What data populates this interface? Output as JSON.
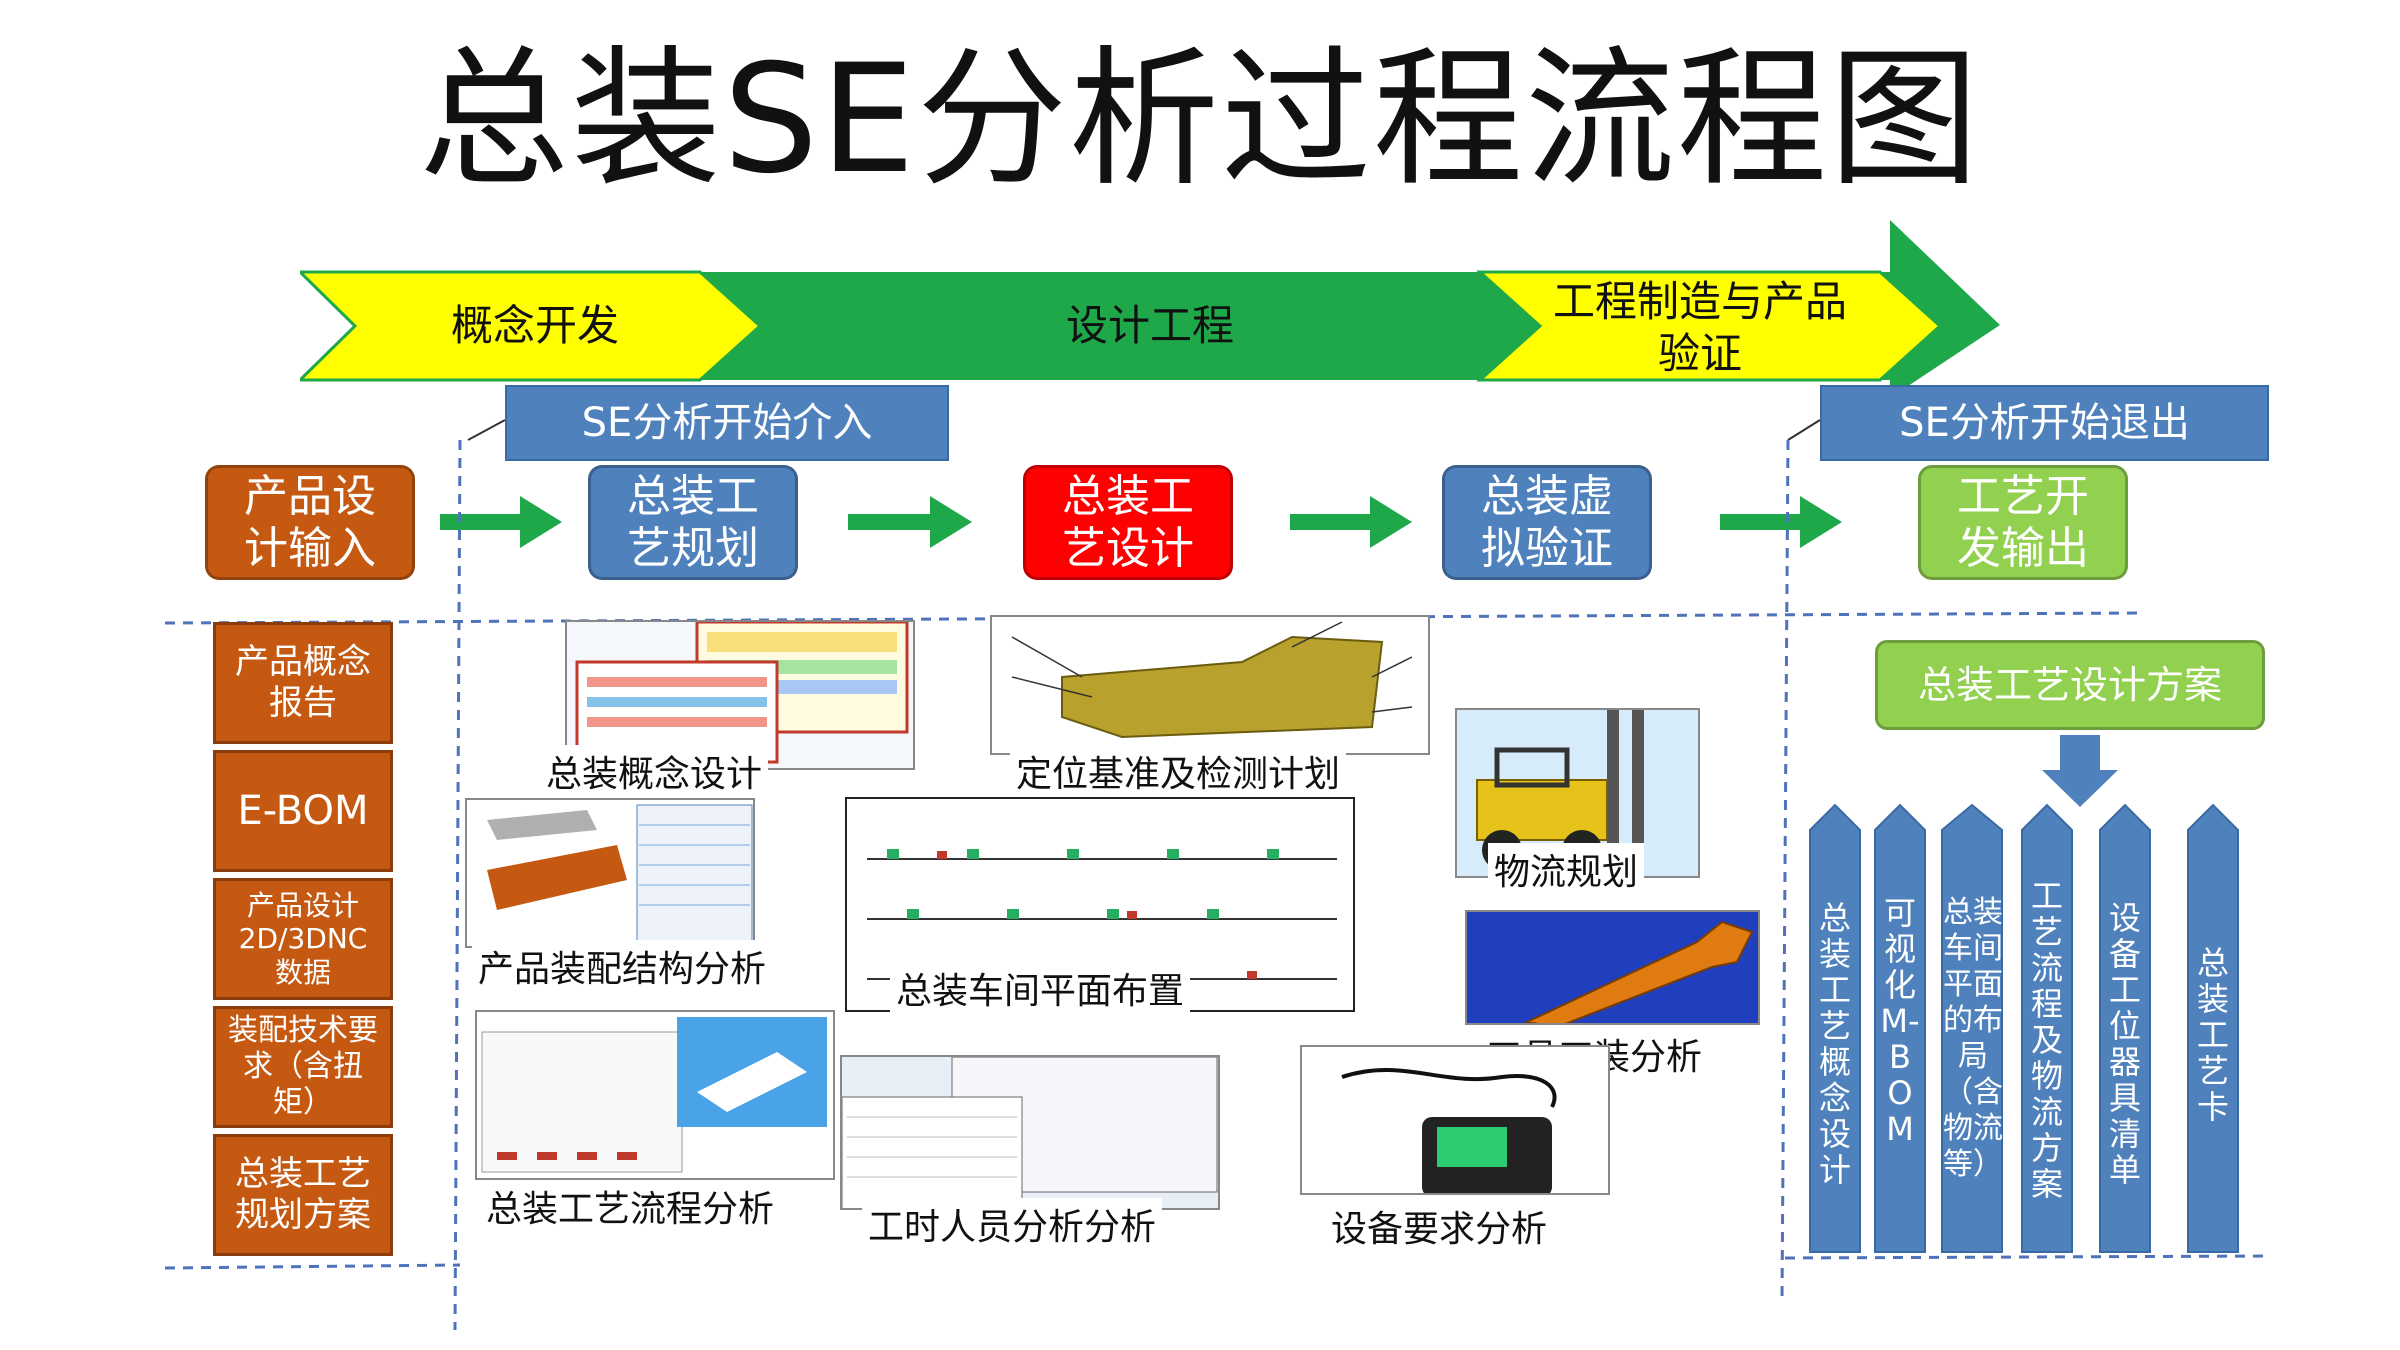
{
  "title": "总装SE分析过程流程图",
  "phases": [
    "概念开发",
    "设计工程",
    "工程制造与产品验证"
  ],
  "se_tags": {
    "start": "SE分析开始介入",
    "end": "SE分析开始退出"
  },
  "flow": [
    {
      "label": "产品设计输入",
      "color": "#c65911"
    },
    {
      "label": "总装工艺规划",
      "color": "#4f81bd"
    },
    {
      "label": "总装工艺设计",
      "color": "#ff0000"
    },
    {
      "label": "总装虚拟验证",
      "color": "#4f81bd"
    },
    {
      "label": "工艺开发输出",
      "color": "#92d050"
    }
  ],
  "inputs": [
    "产品概念报告",
    "E-BOM",
    "产品设计2D/3DNC数据",
    "装配技术要求（含扭矩）",
    "总装工艺规划方案"
  ],
  "analyses": [
    "总装概念设计",
    "定位基准及检测计划",
    "物流规划",
    "产品装配结构分析",
    "总装车间平面布置",
    "工具工装分析",
    "总装工艺流程分析",
    "工时人员分析分析",
    "设备要求分析"
  ],
  "output_plan": "总装工艺设计方案",
  "outputs": [
    "总装工艺概念设计",
    "可视化M-BOM",
    "总装车间平面的布局（含物流等）",
    "工艺流程及物流方案",
    "设备工位器具清单",
    "总装工艺卡"
  ]
}
